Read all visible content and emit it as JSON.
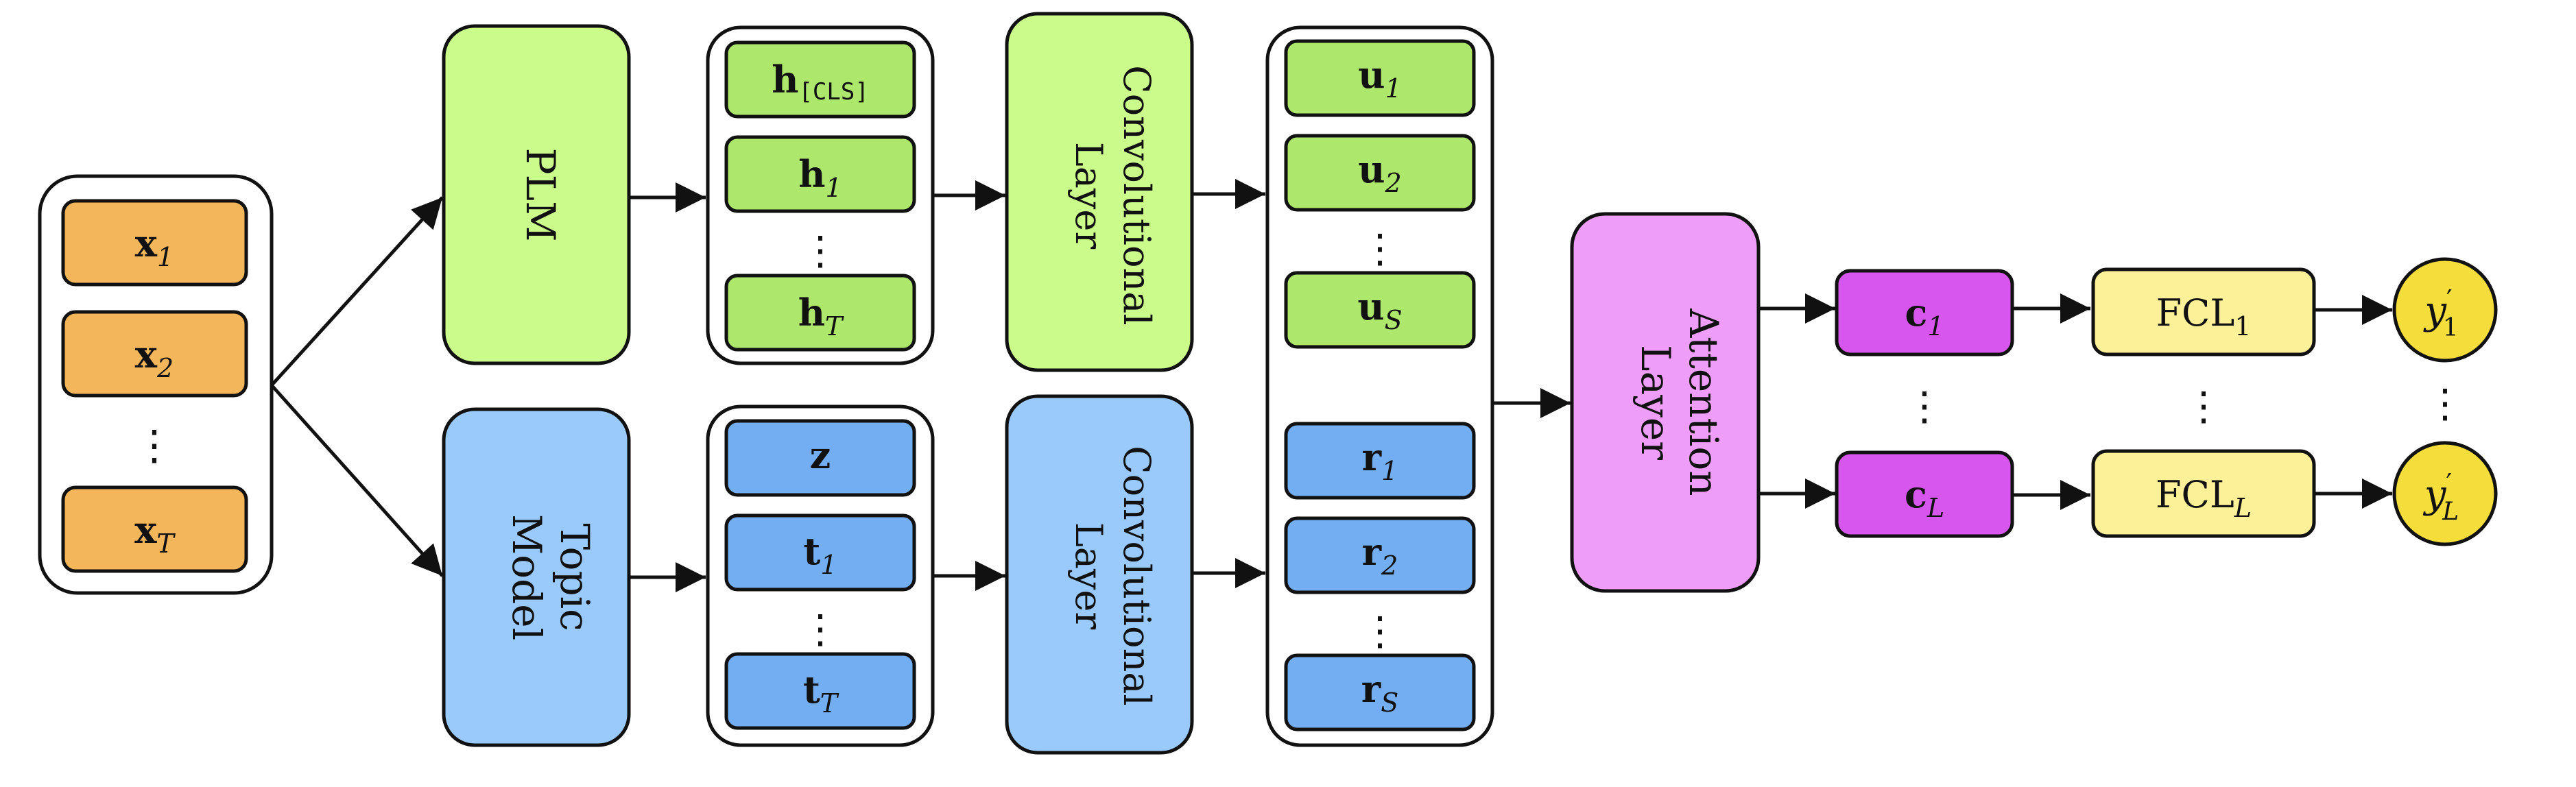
{
  "colors": {
    "input": "#F3B65A",
    "plm": "#CBFC8B",
    "plm_token": "#ADE86D",
    "topic": "#9ACAFC",
    "topic_token": "#74AEF2",
    "attention": "#EE9EF8",
    "label_vec": "#D757EE",
    "fcl": "#FCF198",
    "output": "#F5DE3C",
    "stroke": "#111111"
  },
  "inputs": {
    "x1": {
      "base": "x",
      "sub": "1"
    },
    "x2": {
      "base": "x",
      "sub": "2"
    },
    "xT": {
      "base": "x",
      "sub": "T"
    },
    "dots": "⋮"
  },
  "plm": {
    "label": "PLM"
  },
  "topic_model": {
    "line1": "Topic",
    "line2": "Model"
  },
  "plm_outputs": {
    "hcls": {
      "base": "h",
      "sub": "[CLS]"
    },
    "h1": {
      "base": "h",
      "sub": "1"
    },
    "hT": {
      "base": "h",
      "sub": "T"
    },
    "dots": "⋮"
  },
  "topic_outputs": {
    "z": {
      "base": "z"
    },
    "t1": {
      "base": "t",
      "sub": "1"
    },
    "tT": {
      "base": "t",
      "sub": "T"
    },
    "dots": "⋮"
  },
  "conv_top": {
    "line1": "Convolutional",
    "line2": "Layer"
  },
  "conv_bottom": {
    "line1": "Convolutional",
    "line2": "Layer"
  },
  "conv_outputs": {
    "u1": {
      "base": "u",
      "sub": "1"
    },
    "u2": {
      "base": "u",
      "sub": "2"
    },
    "uS": {
      "base": "u",
      "sub": "S"
    },
    "r1": {
      "base": "r",
      "sub": "1"
    },
    "r2": {
      "base": "r",
      "sub": "2"
    },
    "rS": {
      "base": "r",
      "sub": "S"
    },
    "dots": "⋮"
  },
  "attention": {
    "line1": "Attention",
    "line2": "Layer"
  },
  "label_vectors": {
    "c1": {
      "base": "c",
      "sub": "1"
    },
    "cL": {
      "base": "c",
      "sub": "L"
    },
    "dots": "⋮"
  },
  "fcl": {
    "fcl1": {
      "base": "FCL",
      "sub": "1"
    },
    "fclL": {
      "base": "FCL",
      "sub": "L"
    },
    "dots": "⋮"
  },
  "outputs": {
    "y1": {
      "base": "y",
      "prime": "′",
      "sub": "1"
    },
    "yL": {
      "base": "y",
      "prime": "′",
      "sub": "L"
    },
    "dots": "⋮"
  }
}
